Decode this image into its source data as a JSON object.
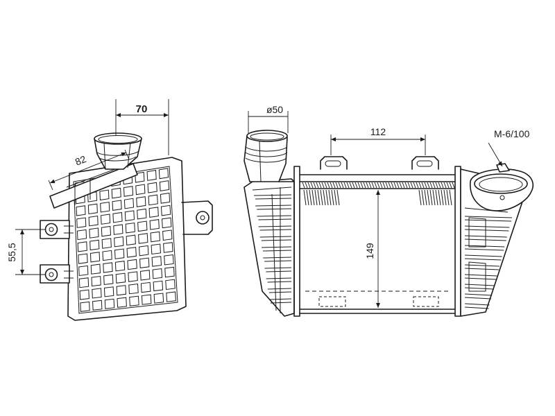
{
  "dimensions": {
    "width_top": "70",
    "angle_pipe": "82",
    "hole_spacing": "55,5",
    "pipe_diameter": "ø50",
    "bracket_spacing": "112",
    "core_height": "149",
    "thread_spec": "M-6/100"
  },
  "colors": {
    "line": "#1a1a1a",
    "background": "#ffffff"
  }
}
